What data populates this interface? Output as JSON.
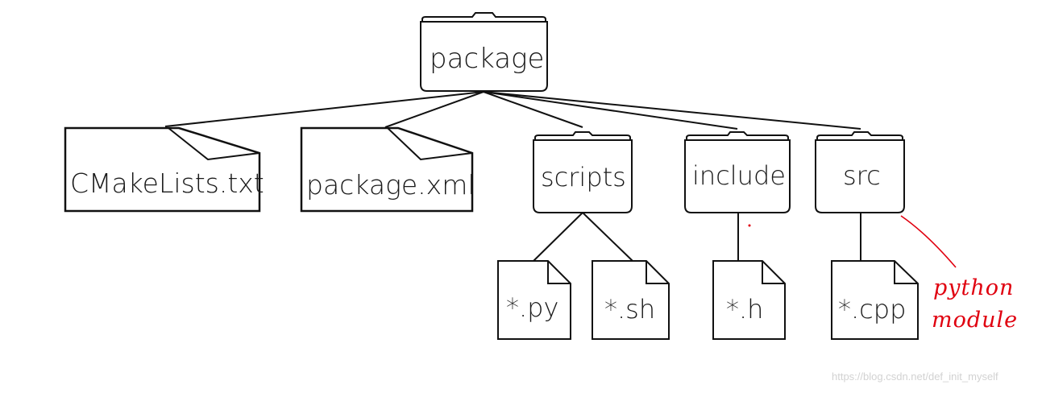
{
  "root": {
    "label": "package"
  },
  "children": [
    {
      "label": "CMakeLists.txt",
      "kind": "file"
    },
    {
      "label": "package.xml",
      "kind": "file"
    },
    {
      "label": "scripts",
      "kind": "folder",
      "files": [
        "*.py",
        "*.sh"
      ]
    },
    {
      "label": "include",
      "kind": "folder",
      "files": [
        "*.h"
      ]
    },
    {
      "label": "src",
      "kind": "folder",
      "files": [
        "*.cpp"
      ]
    }
  ],
  "annotation": {
    "line1": "python",
    "line2": "module",
    "color": "#e0000f"
  },
  "watermark": "https://blog.csdn.net/def_init_myself"
}
